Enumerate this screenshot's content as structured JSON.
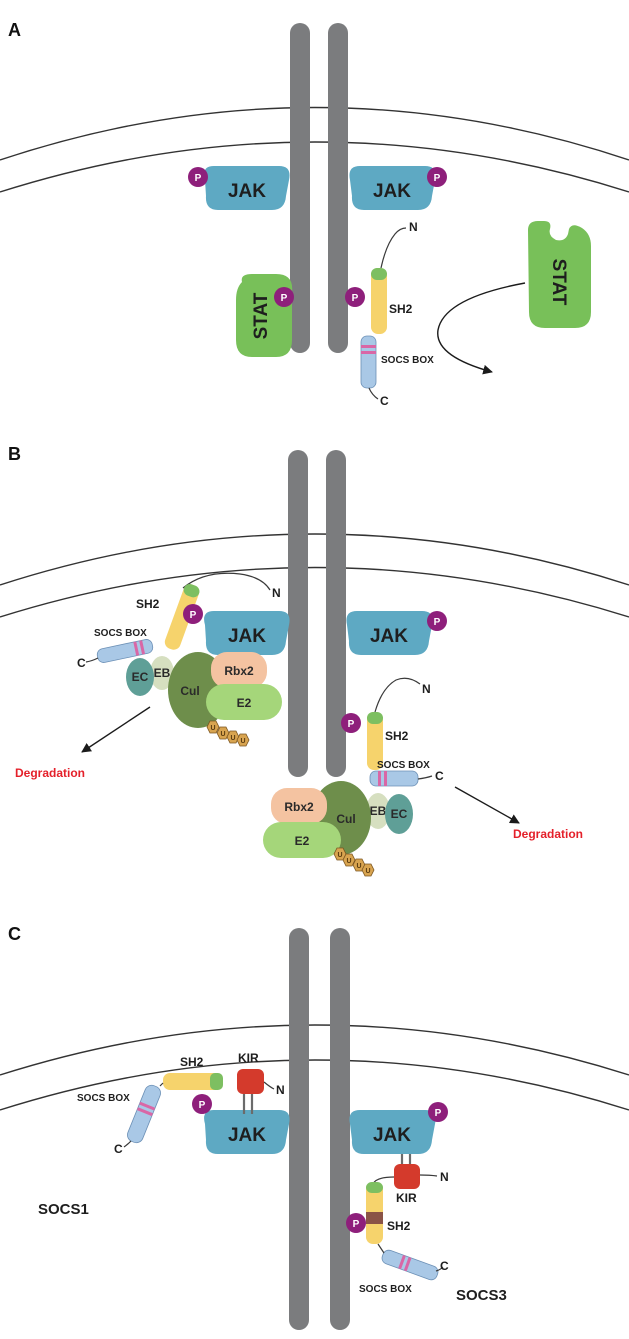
{
  "panels": {
    "a": "A",
    "b": "B",
    "c": "C"
  },
  "labels": {
    "jak": "JAK",
    "stat": "STAT",
    "p": "P",
    "sh2": "SH2",
    "socs_box": "SOCS BOX",
    "n": "N",
    "c": "C",
    "ec": "EC",
    "eb": "EB",
    "cul": "Cul",
    "rbx2": "Rbx2",
    "e2": "E2",
    "u": "U",
    "degradation": "Degradation",
    "kir": "KIR",
    "socs1": "SOCS1",
    "socs3": "SOCS3"
  },
  "colors": {
    "receptor": "#7b7c7e",
    "jak": "#5ea9c3",
    "stat": "#78c059",
    "phosphate": "#8e1f7b",
    "sh2": "#f6d36c",
    "socs_box": "#a9c8e6",
    "socs_box_stripes": "#d967a6",
    "cullin": "#6e8e4b",
    "rbx2": "#f4c3a1",
    "e2": "#a5d67a",
    "elongin_c": "#5f9f97",
    "elongin_b": "#d6dfc0",
    "ubiquitin": "#d8a450",
    "kir": "#d43a2c",
    "degradation_text": "#e4202a"
  }
}
